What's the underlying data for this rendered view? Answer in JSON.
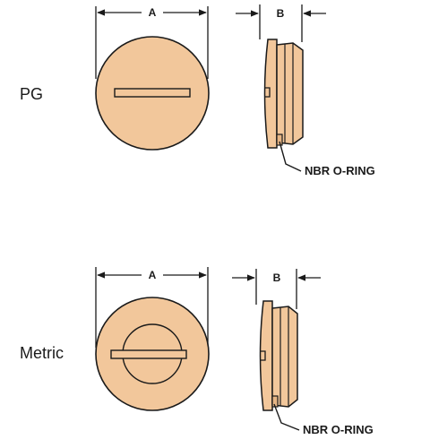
{
  "colors": {
    "plug_fill": "#f2c79b",
    "plug_shade": "#e6b585",
    "line": "#1a1a1a"
  },
  "pg": {
    "label": "PG",
    "dim_a": "A",
    "dim_b": "B",
    "callout": "NBR O-RING"
  },
  "metric": {
    "label": "Metric",
    "dim_a": "A",
    "dim_b": "B",
    "callout": "NBR O-RING"
  }
}
